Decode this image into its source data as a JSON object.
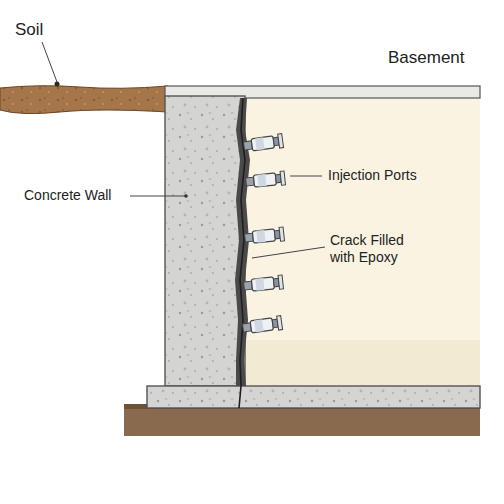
{
  "diagram": {
    "labels": [
      "Soil",
      "Basement",
      "Concrete Wall",
      "Injection Ports",
      "Crack Filled with Epoxy"
    ]
  }
}
